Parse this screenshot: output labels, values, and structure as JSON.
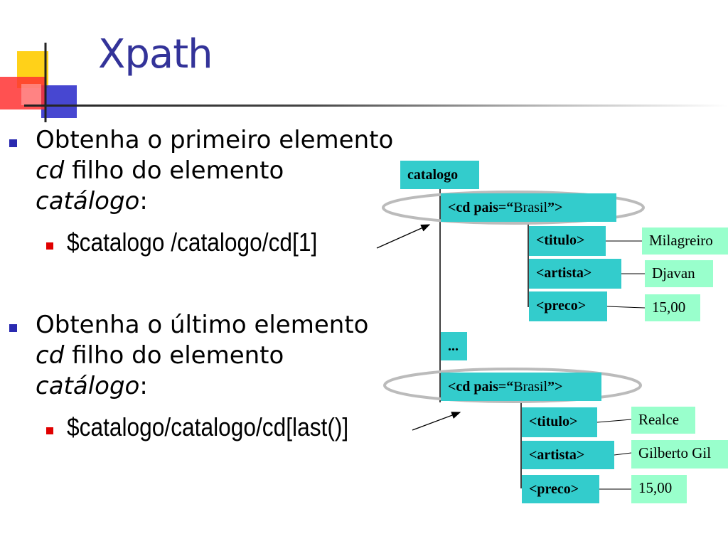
{
  "title": "Xpath",
  "bullets": [
    {
      "line1": "Obtenha o primeiro elemento",
      "line2_italic": "cd",
      "line2_rest": " filho do elemento",
      "line3_italic": "catálogo",
      "line3_rest": ":",
      "sub": "$catalogo /catalogo/cd[1]"
    },
    {
      "line1": "Obtenha o último elemento",
      "line2_italic": "cd",
      "line2_rest": " filho do elemento",
      "line3_italic": "catálogo",
      "line3_rest": ":",
      "sub": "$catalogo/catalogo/cd[last()]"
    }
  ],
  "tree": {
    "root": "catalogo",
    "ellipsis": "...",
    "cd1": {
      "open": "<cd pais=“",
      "attr": "Brasil",
      "close": "”>",
      "titulo": "<titulo>",
      "artista": "<artista>",
      "preco": "<preco>",
      "titulo_val": "Milagreiro",
      "artista_val": "Djavan",
      "preco_val": "15,00"
    },
    "cd2": {
      "open": "<cd pais=“",
      "attr": "Brasil",
      "close": "”>",
      "titulo": "<titulo>",
      "artista": "<artista>",
      "preco": "<preco>",
      "titulo_val": "Realce",
      "artista_val": "Gilberto Gil",
      "preco_val": "15,00"
    }
  },
  "colors": {
    "title": "#333399",
    "node": "#33cccc",
    "value": "#99ffcc",
    "bullet_main": "#2a2ab0",
    "bullet_sub": "#e00000"
  }
}
